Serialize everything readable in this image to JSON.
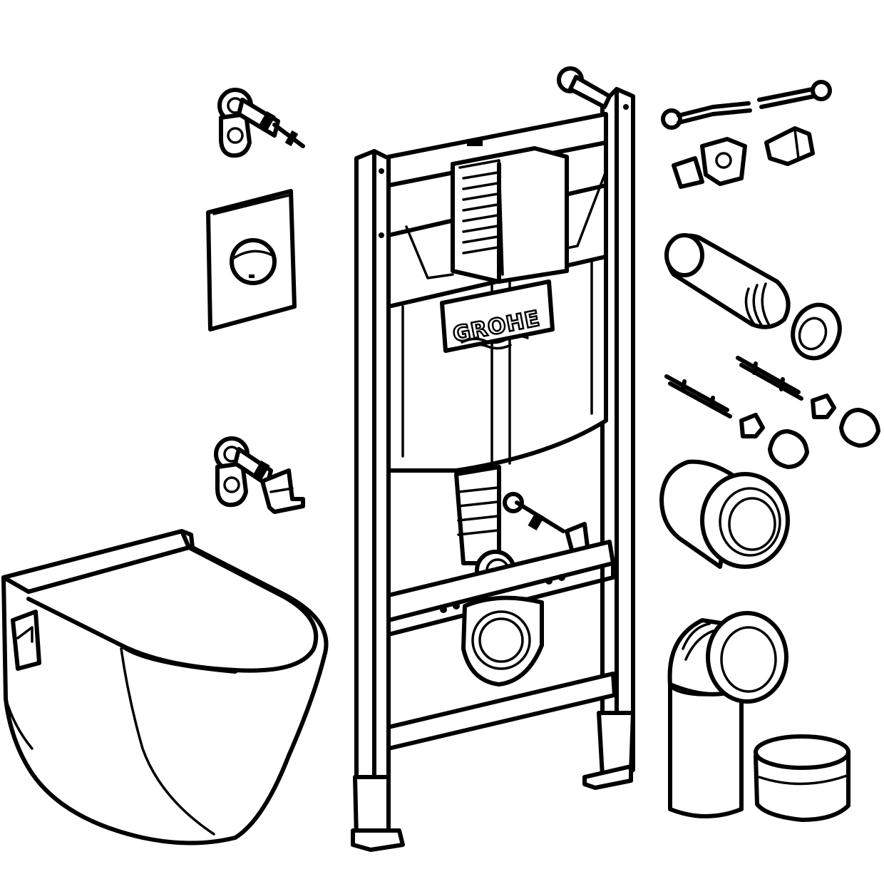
{
  "diagram": {
    "brand_logo_text": "GROHE",
    "components": [
      "wall-hung-toilet-bowl",
      "flush-plate",
      "installation-frame-with-cistern",
      "wall-bracket-top-left",
      "wall-bracket-bottom-left",
      "wall-bracket-top-frame",
      "water-supply-hose",
      "angle-valve-fittings",
      "flush-pipe",
      "pipe-seal-ring",
      "mounting-bolts",
      "nuts",
      "cover-caps",
      "straight-drain-connector",
      "elbow-drain-pipe",
      "drain-cap"
    ]
  }
}
